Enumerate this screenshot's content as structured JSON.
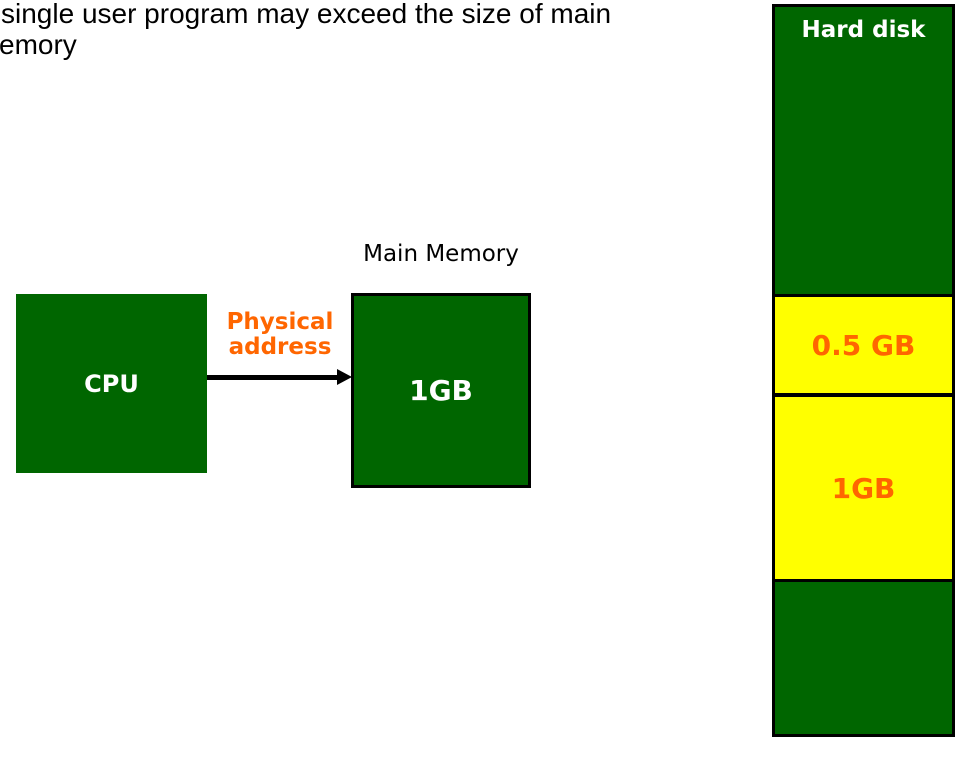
{
  "top_text": {
    "line1": "single user program may exceed the size of main",
    "line2": "emory"
  },
  "diagram": {
    "cpu": {
      "label": "CPU"
    },
    "physical_address": {
      "line1": "Physical",
      "line2": "address"
    },
    "main_memory": {
      "title": "Main Memory",
      "label": "1GB"
    },
    "hard_disk": {
      "title": "Hard disk",
      "sections": [
        {
          "label": "",
          "color": "green"
        },
        {
          "label": "0.5 GB",
          "color": "yellow"
        },
        {
          "label": "1GB",
          "color": "yellow"
        },
        {
          "label": "",
          "color": "green"
        }
      ]
    }
  },
  "colors": {
    "green": "#006600",
    "yellow": "#FFFF00",
    "orange": "#FF6600",
    "black": "#000000",
    "white": "#FFFFFF"
  }
}
